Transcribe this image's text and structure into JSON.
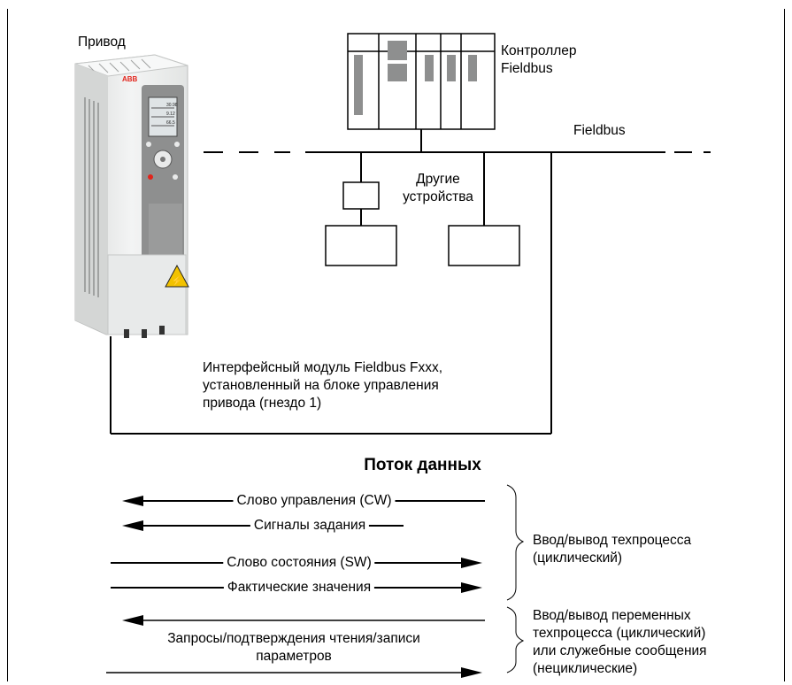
{
  "labels": {
    "drive": "Привод",
    "controller": [
      "Контроллер",
      "Fieldbus"
    ],
    "fieldbus": "Fieldbus",
    "other_devices": [
      "Другие",
      "устройства"
    ],
    "module": [
      "Интерфейсный модуль Fieldbus Fxxx,",
      "установленный на блоке управления",
      "привода (гнездо 1)"
    ]
  },
  "data_flow": {
    "title": "Поток данных",
    "process_io_messages": [
      {
        "label": "Слово управления (CW)",
        "direction": "to-drive"
      },
      {
        "label": "Сигналы задания",
        "direction": "to-drive"
      },
      {
        "label": "Слово состояния (SW)",
        "direction": "from-drive"
      },
      {
        "label": "Фактические значения",
        "direction": "from-drive"
      }
    ],
    "process_io_label": [
      "Ввод/вывод техпроцесса",
      "(циклический)"
    ],
    "parameter_messages": {
      "label": [
        "Запросы/подтверждения чтения/записи",
        "параметров"
      ],
      "directions": [
        "to-drive",
        "from-drive"
      ]
    },
    "parameter_io_label": [
      "Ввод/вывод переменных",
      "техпроцесса (циклический)",
      "или служебные сообщения",
      "(нециклические)"
    ]
  },
  "drive_panel": {
    "brand": "ABB",
    "display_values": [
      "30.98",
      "9.12",
      "66.5"
    ]
  },
  "colors": {
    "drive_body": "#eceeed",
    "drive_shadow": "#c9cbca",
    "panel_dark": "#8e8f8f",
    "warning": "#f2c200",
    "brand_red": "#e2231a"
  },
  "icons": [
    "drive-image",
    "warning-triangle-icon",
    "arrow-left-icon",
    "arrow-right-icon",
    "brace-icon"
  ]
}
